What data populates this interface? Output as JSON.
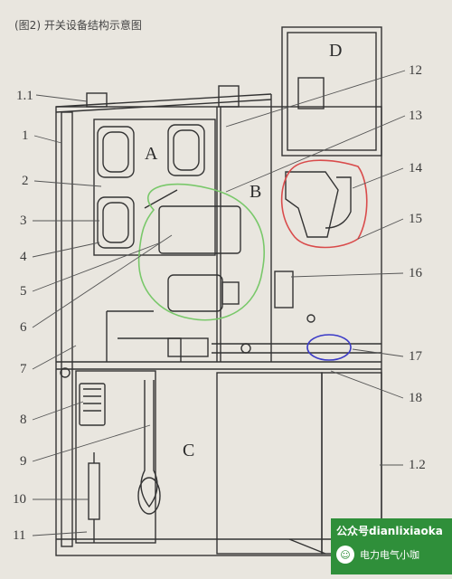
{
  "diagram": {
    "title": "(图2) 开关设备结构示意图",
    "zones": {
      "A": "A",
      "B": "B",
      "C": "C",
      "D": "D"
    },
    "callouts": {
      "c1_1": "1.1",
      "c1": "1",
      "c2": "2",
      "c3": "3",
      "c4": "4",
      "c5": "5",
      "c6": "6",
      "c7": "7",
      "c8": "8",
      "c9": "9",
      "c10": "10",
      "c11": "11",
      "c12": "12",
      "c13": "13",
      "c14": "14",
      "c15": "15",
      "c16": "16",
      "c17": "17",
      "c18": "18",
      "c1_2": "1.2"
    },
    "highlight_colors": {
      "green": "#79c86a",
      "red": "#d94b4b",
      "blue": "#3b3bc7"
    }
  },
  "watermark": {
    "line1": "公众号dianlixiaoka",
    "line2": "电力电气小咖",
    "bg": "#2f8f3a"
  }
}
